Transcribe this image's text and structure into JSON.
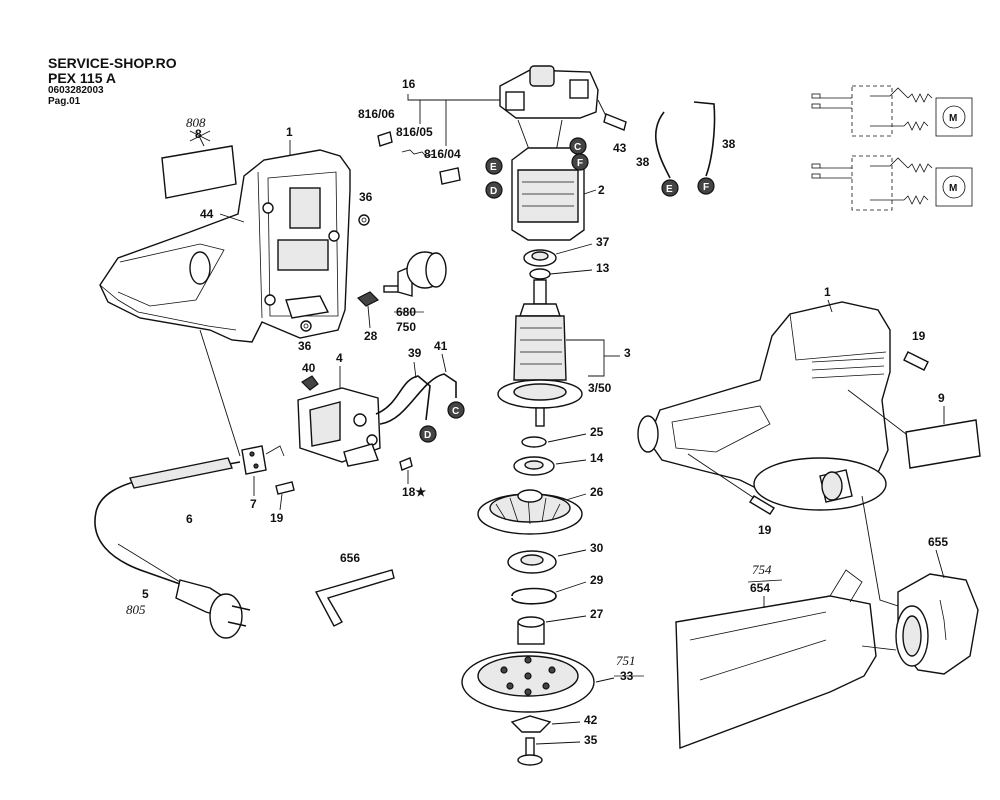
{
  "header": {
    "shop": "SERVICE-SHOP.RO",
    "model": "PEX 115 A",
    "part_number": "0603282003",
    "page": "Pag.01"
  },
  "labels": {
    "l1a": "1",
    "l1b": "1",
    "l2": "2",
    "l3": "3",
    "l3_50": "3/50",
    "l4": "4",
    "l6": "6",
    "l7": "7",
    "l9": "9",
    "l13": "13",
    "l14": "14",
    "l16": "16",
    "l18": "18★",
    "l19a": "19",
    "l19b": "19",
    "l19c": "19",
    "l25": "25",
    "l26": "26",
    "l27": "27",
    "l28": "28",
    "l29": "29",
    "l30": "30",
    "l35": "35",
    "l36a": "36",
    "l36b": "36",
    "l37": "37",
    "l38a": "38",
    "l38b": "38",
    "l39": "39",
    "l40": "40",
    "l41": "41",
    "l42": "42",
    "l43": "43",
    "l44": "44",
    "l655": "655",
    "l656": "656",
    "l816_06": "816/06",
    "l816_05": "816/05",
    "l816_04": "816/04"
  },
  "struck_labels": {
    "s8": "8",
    "s680": "680",
    "s750": "750",
    "s33": "33",
    "s654": "654",
    "s5": "5"
  },
  "handwritten": {
    "h808": "808",
    "h751": "751",
    "h754": "754",
    "h805": "805"
  },
  "connectors": {
    "C": "C",
    "D": "D",
    "E": "E",
    "F": "F"
  },
  "motor_symbol": "M"
}
